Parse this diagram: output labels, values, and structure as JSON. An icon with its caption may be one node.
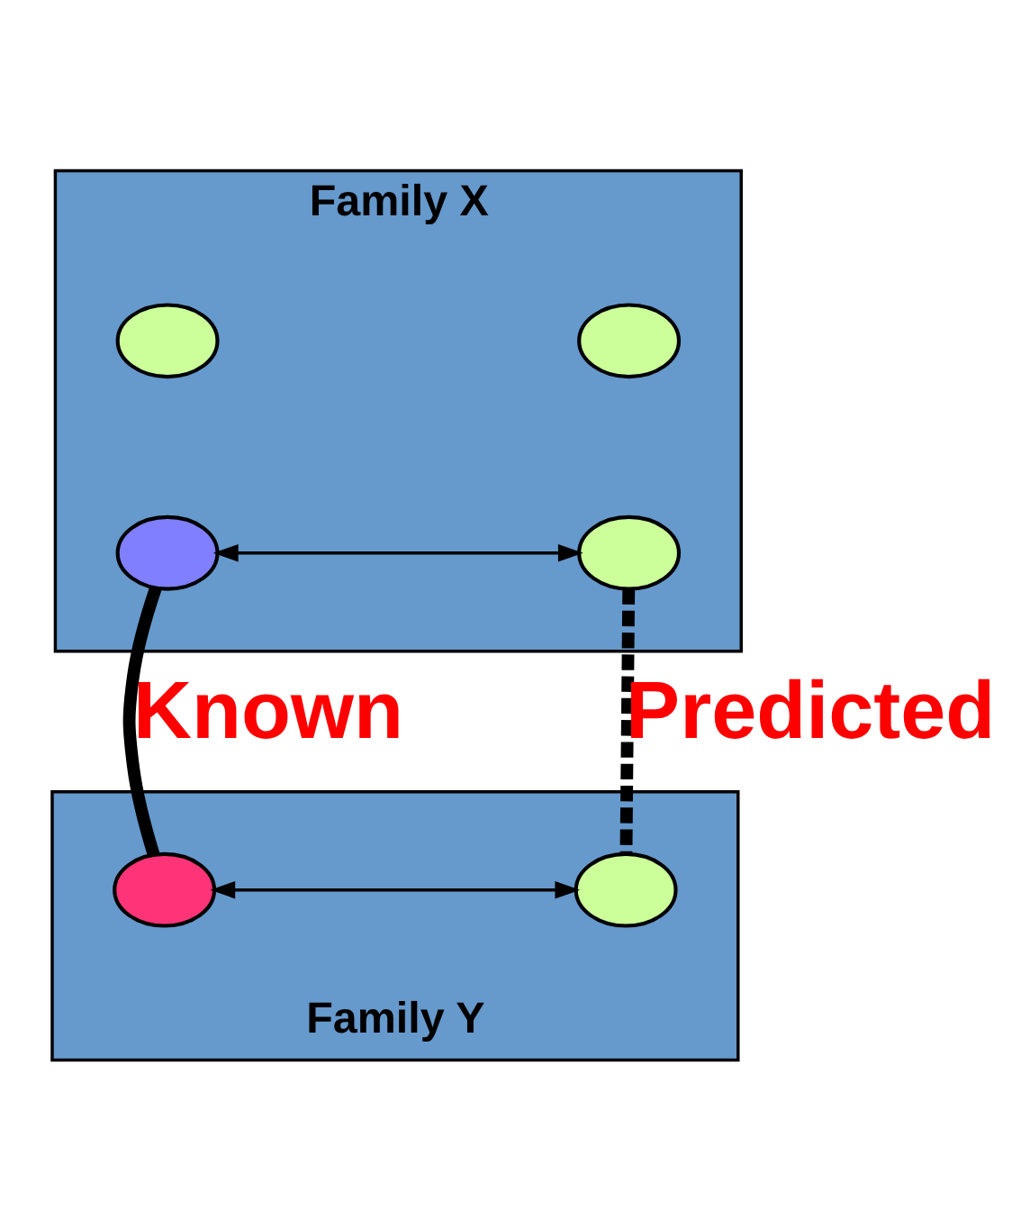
{
  "diagram": {
    "nodes": [
      {
        "text": [
          "Family X"
        ]
      },
      {
        "text": [],
        "shape": "circle",
        "in": 0
      },
      {
        "text": [],
        "shape": "circle",
        "in": 0
      },
      {
        "text": [],
        "shape": "circle",
        "in": 0
      },
      {
        "text": [],
        "shape": "circle",
        "in": 0
      },
      {
        "text": [
          "Family Y"
        ]
      },
      {
        "text": [],
        "shape": "circle",
        "in": 5
      },
      {
        "text": [],
        "shape": "circle",
        "in": 5
      }
    ],
    "edges": [
      {
        "from": 3,
        "to": 4,
        "arrow": "both"
      },
      {
        "from": 3,
        "to": 6,
        "arrow": "none",
        "style": "thick",
        "label": "Known"
      },
      {
        "from": 4,
        "to": 7,
        "arrow": "none",
        "style": "dashed",
        "label": "Predicted"
      },
      {
        "from": 6,
        "to": 7,
        "arrow": "both"
      }
    ]
  }
}
